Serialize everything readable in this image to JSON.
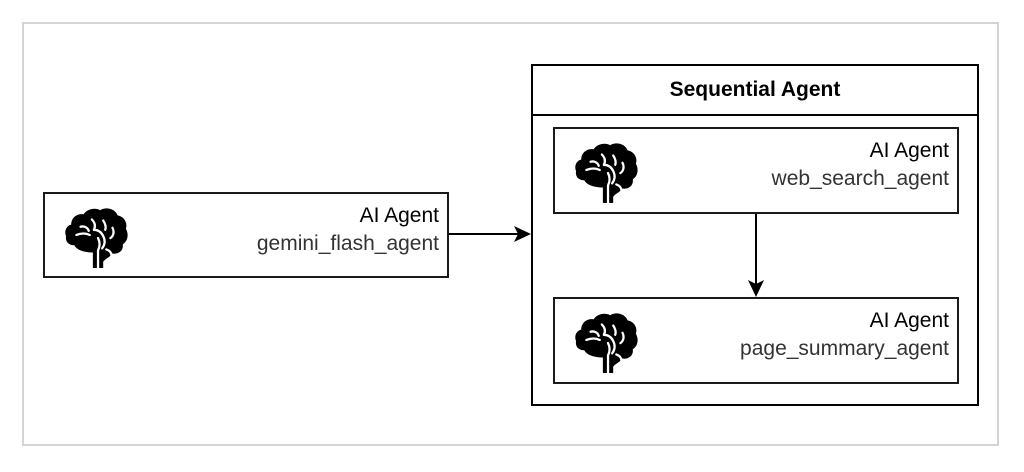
{
  "diagram": {
    "frame": {
      "border_color": "#d4d4d4"
    },
    "nodes": [
      {
        "id": "gemini",
        "icon": "brain-icon",
        "type_label": "AI Agent",
        "name": "gemini_flash_agent"
      },
      {
        "id": "web_search",
        "icon": "brain-icon",
        "type_label": "AI Agent",
        "name": "web_search_agent"
      },
      {
        "id": "page_summary",
        "icon": "brain-icon",
        "type_label": "AI Agent",
        "name": "page_summary_agent"
      }
    ],
    "container": {
      "title": "Sequential Agent",
      "children": [
        "web_search",
        "page_summary"
      ]
    },
    "edges": [
      {
        "from": "gemini",
        "to": "container"
      },
      {
        "from": "web_search",
        "to": "page_summary"
      }
    ]
  }
}
